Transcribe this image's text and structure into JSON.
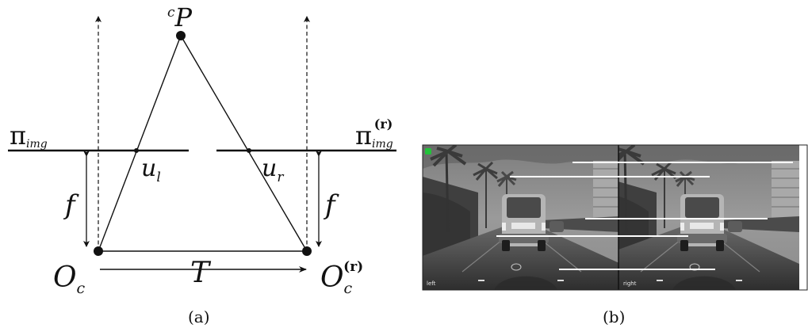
{
  "panel_a": {
    "caption": "(a)",
    "point": {
      "sup": "c",
      "main": "P"
    },
    "left_plane": {
      "main": "π",
      "sub": "img"
    },
    "right_plane": {
      "main": "π",
      "sub": "img",
      "sup": "(r)"
    },
    "left_proj": {
      "main": "u",
      "sub": "l"
    },
    "right_proj": {
      "main": "u",
      "sub": "r"
    },
    "focal_left": "f",
    "focal_right": "f",
    "left_center": {
      "main": "O",
      "sub": "c"
    },
    "right_center": {
      "main": "O",
      "sub": "c",
      "sup": "(r)"
    },
    "baseline": "T"
  },
  "panel_b": {
    "caption": "(b)",
    "left_label": "left",
    "right_label": "right",
    "indicator_color": "#22c23a"
  }
}
